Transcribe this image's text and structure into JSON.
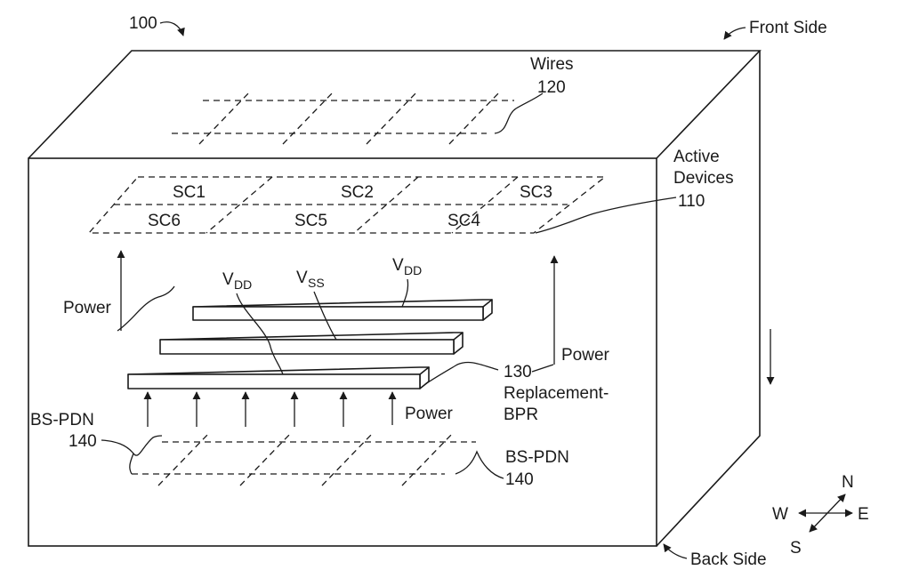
{
  "figure": {
    "number": "100",
    "front_side": "Front Side",
    "back_side": "Back Side"
  },
  "wires": {
    "name": "Wires",
    "ref": "120"
  },
  "active_devices": {
    "name_line1": "Active",
    "name_line2": "Devices",
    "ref": "110",
    "cells": [
      "SC1",
      "SC2",
      "SC3",
      "SC6",
      "SC5",
      "SC4"
    ]
  },
  "rails": {
    "vdd_top": {
      "main": "V",
      "sub": "DD"
    },
    "vss": {
      "main": "V",
      "sub": "SS"
    },
    "vdd_left": {
      "main": "V",
      "sub": "DD"
    },
    "ref": "130",
    "name_line1": "Replacement-",
    "name_line2": "BPR"
  },
  "power": {
    "left": "Power",
    "right": "Power",
    "bottom": "Power"
  },
  "bs_pdn": {
    "left_name": "BS-PDN",
    "left_ref": "140",
    "right_name": "BS-PDN",
    "right_ref": "140"
  },
  "compass": {
    "n": "N",
    "e": "E",
    "s": "S",
    "w": "W"
  }
}
